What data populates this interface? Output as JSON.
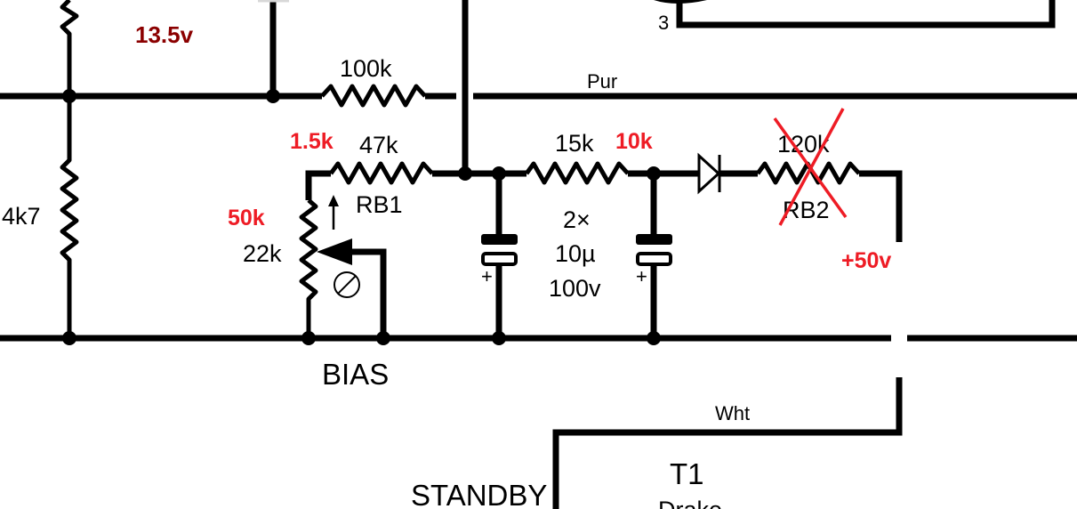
{
  "schematic": {
    "title": "Bias supply schematic with modifications",
    "annotations_original": {
      "r_top_left": "",
      "r_100k": "100k",
      "r_47k": "47k",
      "r_15k": "15k",
      "r_120k": "120k",
      "r_4k7": "4k7",
      "pot_22k": "22k",
      "rb1": "RB1",
      "rb2": "RB2",
      "cap_qty": "2×",
      "cap_value": "10µ",
      "cap_voltage": "100v",
      "cap_polarity": "+",
      "bias": "BIAS",
      "standby": "STANDBY",
      "t1": "T1",
      "t1_make": "Drake",
      "wire_pur": "Pur",
      "wire_wht": "Wht",
      "pin_3": "3"
    },
    "annotations_modified": {
      "voltage_13_5": "13.5v",
      "r_1_5k": "1.5k",
      "r_10k": "10k",
      "pot_50k": "50k",
      "voltage_50": "+50v"
    },
    "struck_components": [
      "RB2",
      "120k"
    ],
    "colors": {
      "wire": "#000000",
      "mod_red": "#ee1c25",
      "voltage_dark_red": "#8b0000",
      "strike": "#ee1c25"
    }
  }
}
